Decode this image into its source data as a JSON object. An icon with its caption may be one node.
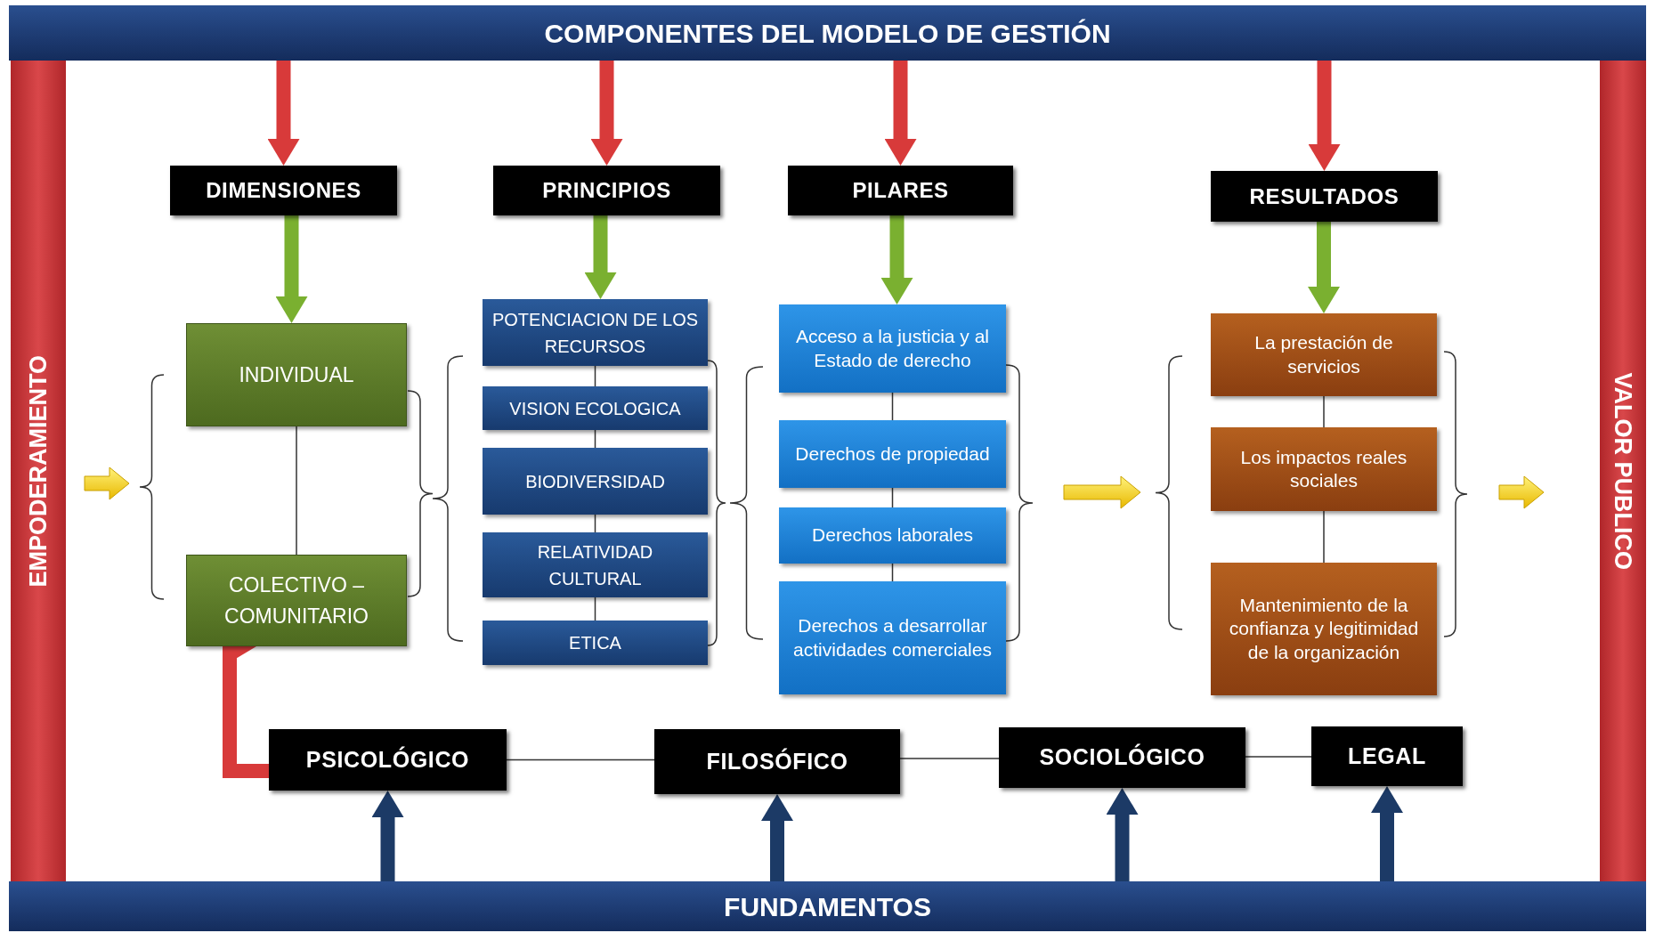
{
  "diagram": {
    "nodes": [
      {
        "text": [
          "COMPONENTES DEL MODELO DE GESTIÓN"
        ]
      },
      {
        "text": [
          "EMPODERAMIENTO"
        ]
      },
      {
        "text": [
          "VALOR PUBLICO"
        ]
      },
      {
        "text": [
          "FUNDAMENTOS"
        ]
      },
      {
        "text": [
          "DIMENSIONES"
        ]
      },
      {
        "text": [
          "PRINCIPIOS"
        ]
      },
      {
        "text": [
          "PILARES"
        ]
      },
      {
        "text": [
          "RESULTADOS"
        ]
      },
      {
        "text": [
          "INDIVIDUAL"
        ]
      },
      {
        "text": [
          "COLECTIVO – COMUNITARIO"
        ]
      },
      {
        "text": [
          "POTENCIACION DE LOS RECURSOS"
        ]
      },
      {
        "text": [
          "VISION ECOLOGICA"
        ]
      },
      {
        "text": [
          "BIODIVERSIDAD"
        ]
      },
      {
        "text": [
          "RELATIVIDAD CULTURAL"
        ]
      },
      {
        "text": [
          "ETICA"
        ]
      },
      {
        "text": [
          "Acceso a la justicia y al Estado de derecho"
        ]
      },
      {
        "text": [
          "Derechos de propiedad"
        ]
      },
      {
        "text": [
          "Derechos laborales"
        ]
      },
      {
        "text": [
          "Derechos a desarrollar actividades comerciales"
        ]
      },
      {
        "text": [
          "La prestación de servicios"
        ]
      },
      {
        "text": [
          "Los impactos reales sociales"
        ]
      },
      {
        "text": [
          "Mantenimiento de la confianza y legitimidad de la organización"
        ]
      },
      {
        "text": [
          "PSICOLÓGICO"
        ]
      },
      {
        "text": [
          "FILOSÓFICO"
        ]
      },
      {
        "text": [
          "SOCIOLÓGICO"
        ]
      },
      {
        "text": [
          "LEGAL"
        ]
      }
    ],
    "edges": [
      {
        "from": 0,
        "to": 4,
        "arrow": "to",
        "style": "thick",
        "color": "#d83a3a"
      },
      {
        "from": 0,
        "to": 5,
        "arrow": "to",
        "style": "thick",
        "color": "#d83a3a"
      },
      {
        "from": 0,
        "to": 6,
        "arrow": "to",
        "style": "thick",
        "color": "#d83a3a"
      },
      {
        "from": 0,
        "to": 7,
        "arrow": "to",
        "style": "thick",
        "color": "#d83a3a"
      },
      {
        "from": 4,
        "to": 8,
        "arrow": "to",
        "style": "thick",
        "color": "#7ab030"
      },
      {
        "from": 5,
        "to": 10,
        "arrow": "to",
        "style": "thick",
        "color": "#7ab030"
      },
      {
        "from": 6,
        "to": 15,
        "arrow": "to",
        "style": "thick",
        "color": "#7ab030"
      },
      {
        "from": 7,
        "to": 19,
        "arrow": "to",
        "style": "thick",
        "color": "#7ab030"
      },
      {
        "from": 8,
        "to": 9,
        "arrow": "none"
      },
      {
        "from": 10,
        "to": 11,
        "arrow": "none"
      },
      {
        "from": 11,
        "to": 12,
        "arrow": "none"
      },
      {
        "from": 12,
        "to": 13,
        "arrow": "none"
      },
      {
        "from": 13,
        "to": 14,
        "arrow": "none"
      },
      {
        "from": 15,
        "to": 16,
        "arrow": "none"
      },
      {
        "from": 16,
        "to": 17,
        "arrow": "none"
      },
      {
        "from": 17,
        "to": 18,
        "arrow": "none"
      },
      {
        "from": 19,
        "to": 20,
        "arrow": "none"
      },
      {
        "from": 20,
        "to": 21,
        "arrow": "none"
      },
      {
        "from": 22,
        "to": 23,
        "arrow": "none"
      },
      {
        "from": 23,
        "to": 24,
        "arrow": "none"
      },
      {
        "from": 24,
        "to": 25,
        "arrow": "none"
      },
      {
        "from": 22,
        "to": 9,
        "arrow": "to",
        "style": "thick",
        "color": "#d83a3a"
      },
      {
        "from": 3,
        "to": 22,
        "arrow": "to",
        "style": "thick",
        "color": "#1c3a66"
      },
      {
        "from": 3,
        "to": 23,
        "arrow": "to",
        "style": "thick",
        "color": "#1c3a66"
      },
      {
        "from": 3,
        "to": 24,
        "arrow": "to",
        "style": "thick",
        "color": "#1c3a66"
      },
      {
        "from": 3,
        "to": 25,
        "arrow": "to",
        "style": "thick",
        "color": "#1c3a66"
      }
    ]
  }
}
